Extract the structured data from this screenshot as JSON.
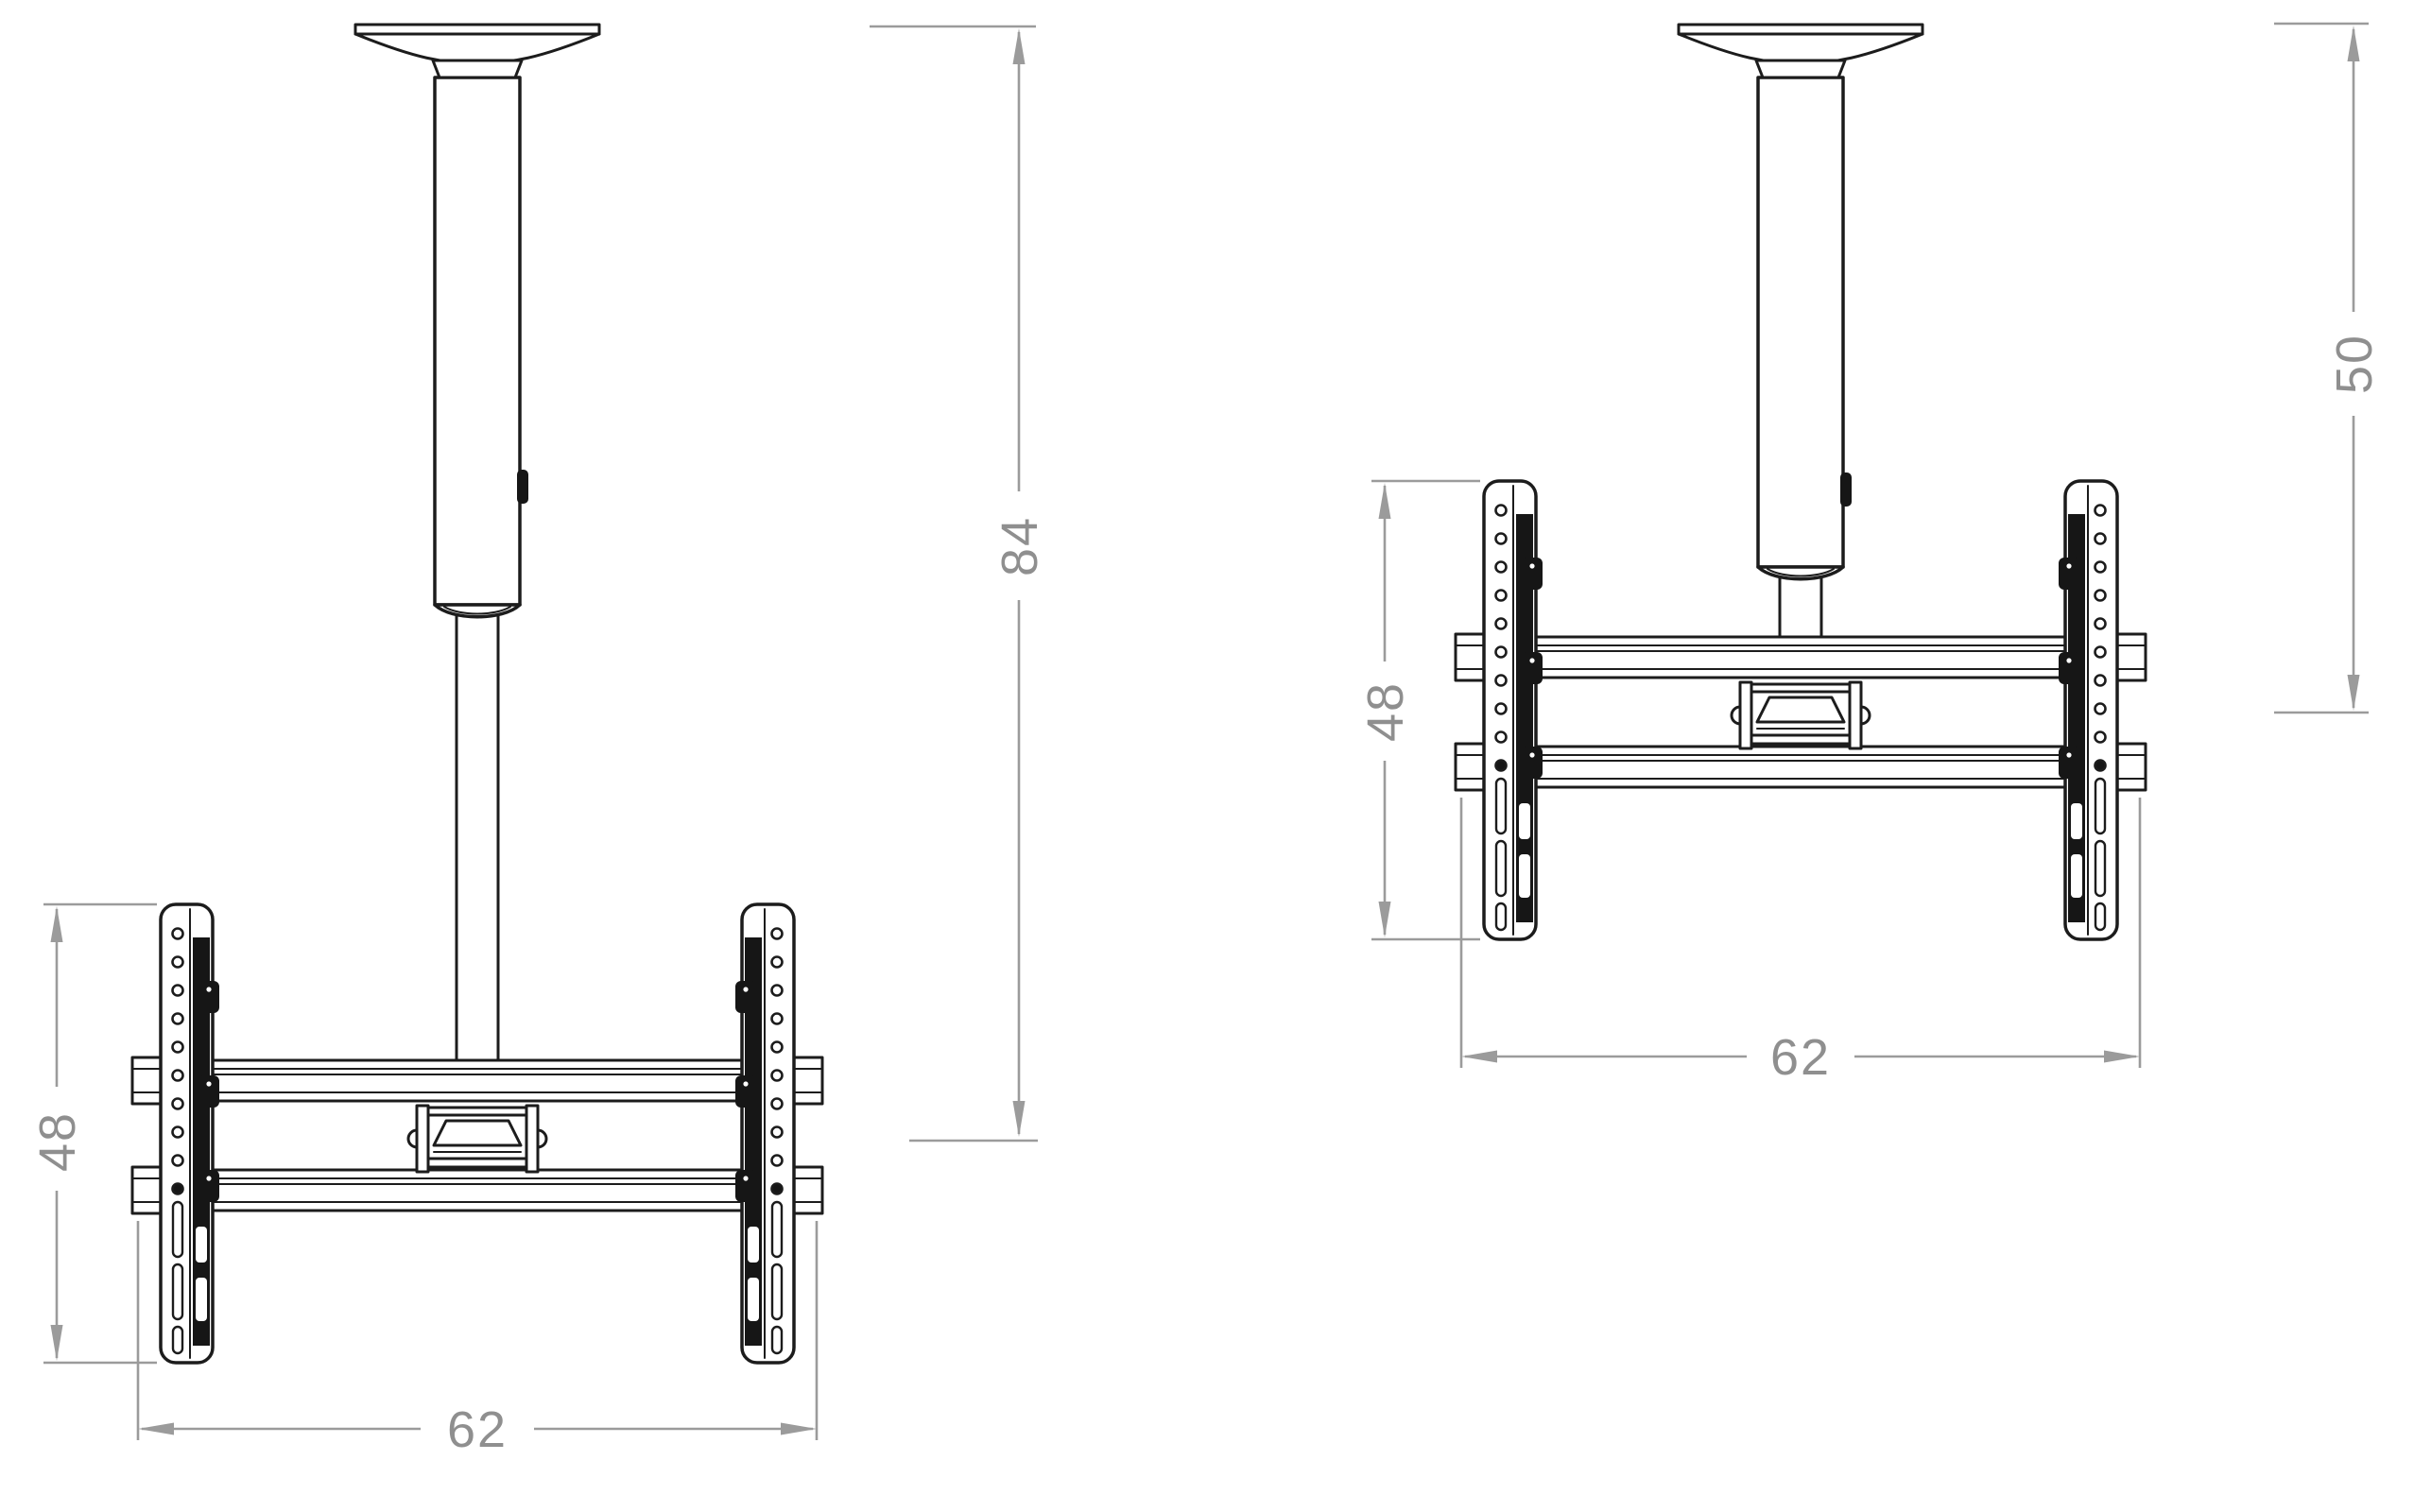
{
  "diagram": {
    "type": "technical-dimension-drawing",
    "views": 2,
    "background_color": "#ffffff",
    "line_color": "#1c1c1c",
    "dimension_color": "#9b9b9b"
  },
  "figures": [
    {
      "id": "pole-extended",
      "height_label": "84",
      "bracket_height_label": "48",
      "width_label": "62"
    },
    {
      "id": "pole-retracted",
      "height_label": "50",
      "bracket_height_label": "48",
      "width_label": "62"
    }
  ]
}
